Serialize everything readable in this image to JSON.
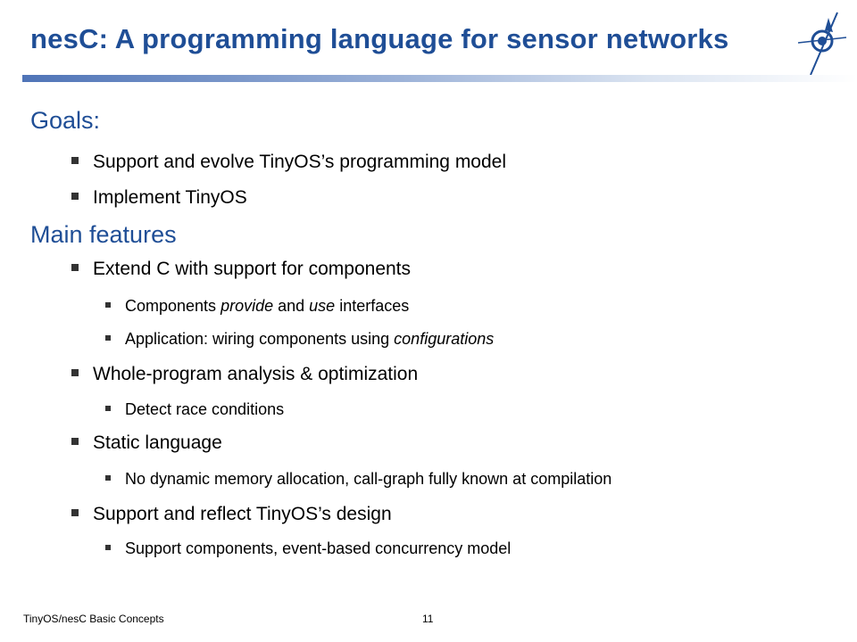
{
  "slide": {
    "title": "nesC: A programming language for sensor networks",
    "accent_color": "#1f4e96",
    "logo_icon": "compass-logo-icon"
  },
  "sections": {
    "goals": {
      "heading": "Goals:",
      "items": [
        "Support and evolve TinyOS’s programming model",
        "Implement TinyOS"
      ]
    },
    "features": {
      "heading": "Main features",
      "extend": {
        "label": "Extend C with support for components",
        "sub1": {
          "a": "Components ",
          "b": "provide",
          "c": " and ",
          "d": "use",
          "e": " interfaces"
        },
        "sub2": {
          "a": "Application: wiring components using ",
          "b": "configurations"
        }
      },
      "analysis": {
        "label": "Whole-program analysis & optimization",
        "sub1": "Detect race conditions"
      },
      "static": {
        "label": "Static language",
        "sub1": "No dynamic memory allocation,  call-graph fully known at compilation"
      },
      "reflect": {
        "label": "Support and reflect TinyOS’s design",
        "sub1": "Support components, event-based concurrency model"
      }
    }
  },
  "footer": {
    "left": "TinyOS/nesC Basic Concepts",
    "page": "11"
  }
}
